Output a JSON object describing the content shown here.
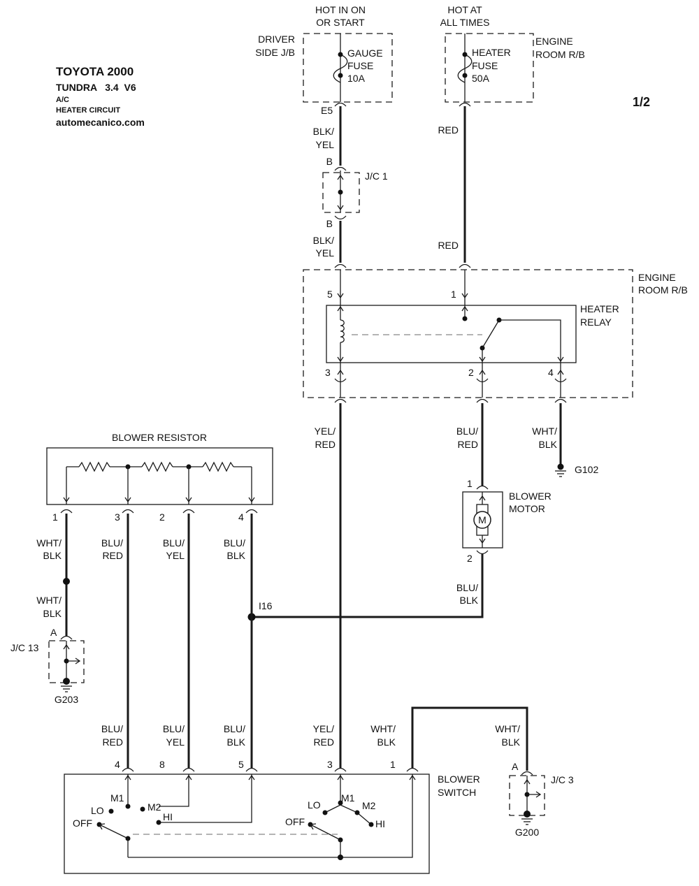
{
  "header": {
    "make_year": "TOYOTA 2000",
    "model": "TUNDRA   3.4  V6",
    "system": "A/C",
    "circuit": "HEATER CIRCUIT",
    "site": "automecanico.com",
    "page": "1/2"
  },
  "power": {
    "hot_on_start_1": "HOT IN ON",
    "hot_on_start_2": "OR START",
    "hot_all_1": "HOT AT",
    "hot_all_2": "ALL TIMES",
    "driver_jb_1": "DRIVER",
    "driver_jb_2": "SIDE J/B",
    "engine_rb_1": "ENGINE",
    "engine_rb_2": "ROOM R/B",
    "gauge_fuse_1": "GAUGE",
    "gauge_fuse_2": "FUSE",
    "gauge_fuse_3": "10A",
    "heater_fuse_1": "HEATER",
    "heater_fuse_2": "FUSE",
    "heater_fuse_3": "50A"
  },
  "connectors": {
    "e5": "E5",
    "jc1_b_top": "B",
    "jc1_b_bottom": "B",
    "jc1": "J/C 1",
    "relay_pin_5": "5",
    "relay_pin_1": "1",
    "relay_pin_3": "3",
    "relay_pin_2": "2",
    "relay_pin_4": "4",
    "motor_pin_1": "1",
    "motor_pin_2": "2",
    "res_pin_1": "1",
    "res_pin_3": "3",
    "res_pin_2": "2",
    "res_pin_4": "4",
    "i16": "I16",
    "jc13_a": "A",
    "jc13": "J/C 13",
    "sw_pin_4": "4",
    "sw_pin_8": "8",
    "sw_pin_5": "5",
    "sw_pin_3": "3",
    "sw_pin_1": "1",
    "jc3_a": "A",
    "jc3": "J/C 3"
  },
  "wires": {
    "blk_yel_1a": "BLK/",
    "blk_yel_1b": "YEL",
    "blk_yel_2a": "BLK/",
    "blk_yel_2b": "YEL",
    "red_1": "RED",
    "red_2": "RED",
    "yel_red_1a": "YEL/",
    "yel_red_1b": "RED",
    "blu_red_1a": "BLU/",
    "blu_red_1b": "RED",
    "wht_blk_1a": "WHT/",
    "wht_blk_1b": "BLK",
    "blu_blk_1a": "BLU/",
    "blu_blk_1b": "BLK",
    "r1_wht_blk_a": "WHT/",
    "r1_wht_blk_b": "BLK",
    "r3_blu_red_a": "BLU/",
    "r3_blu_red_b": "RED",
    "r2_blu_yel_a": "BLU/",
    "r2_blu_yel_b": "YEL",
    "r4_blu_blk_a": "BLU/",
    "r4_blu_blk_b": "BLK",
    "jc13_wht_blk_a": "WHT/",
    "jc13_wht_blk_b": "BLK",
    "s4_blu_red_a": "BLU/",
    "s4_blu_red_b": "RED",
    "s8_blu_yel_a": "BLU/",
    "s8_blu_yel_b": "YEL",
    "s5_blu_blk_a": "BLU/",
    "s5_blu_blk_b": "BLK",
    "s3_yel_red_a": "YEL/",
    "s3_yel_red_b": "RED",
    "s1_wht_blk_a": "WHT/",
    "s1_wht_blk_b": "BLK",
    "jc3_wht_blk_a": "WHT/",
    "jc3_wht_blk_b": "BLK"
  },
  "components": {
    "relay_box_1": "ENGINE",
    "relay_box_2": "ROOM R/B",
    "heater_relay_1": "HEATER",
    "heater_relay_2": "RELAY",
    "blower_resistor": "BLOWER RESISTOR",
    "blower_motor_1": "BLOWER",
    "blower_motor_2": "MOTOR",
    "motor_symbol": "M",
    "blower_switch_1": "BLOWER",
    "blower_switch_2": "SWITCH",
    "g102": "G102",
    "g203": "G203",
    "g200": "G200"
  },
  "switch": {
    "left_m1": "M1",
    "left_lo": "LO",
    "left_m2": "M2",
    "left_hi": "HI",
    "left_off": "OFF",
    "right_lo": "LO",
    "right_m1": "M1",
    "right_m2": "M2",
    "right_hi": "HI",
    "right_off": "OFF"
  }
}
